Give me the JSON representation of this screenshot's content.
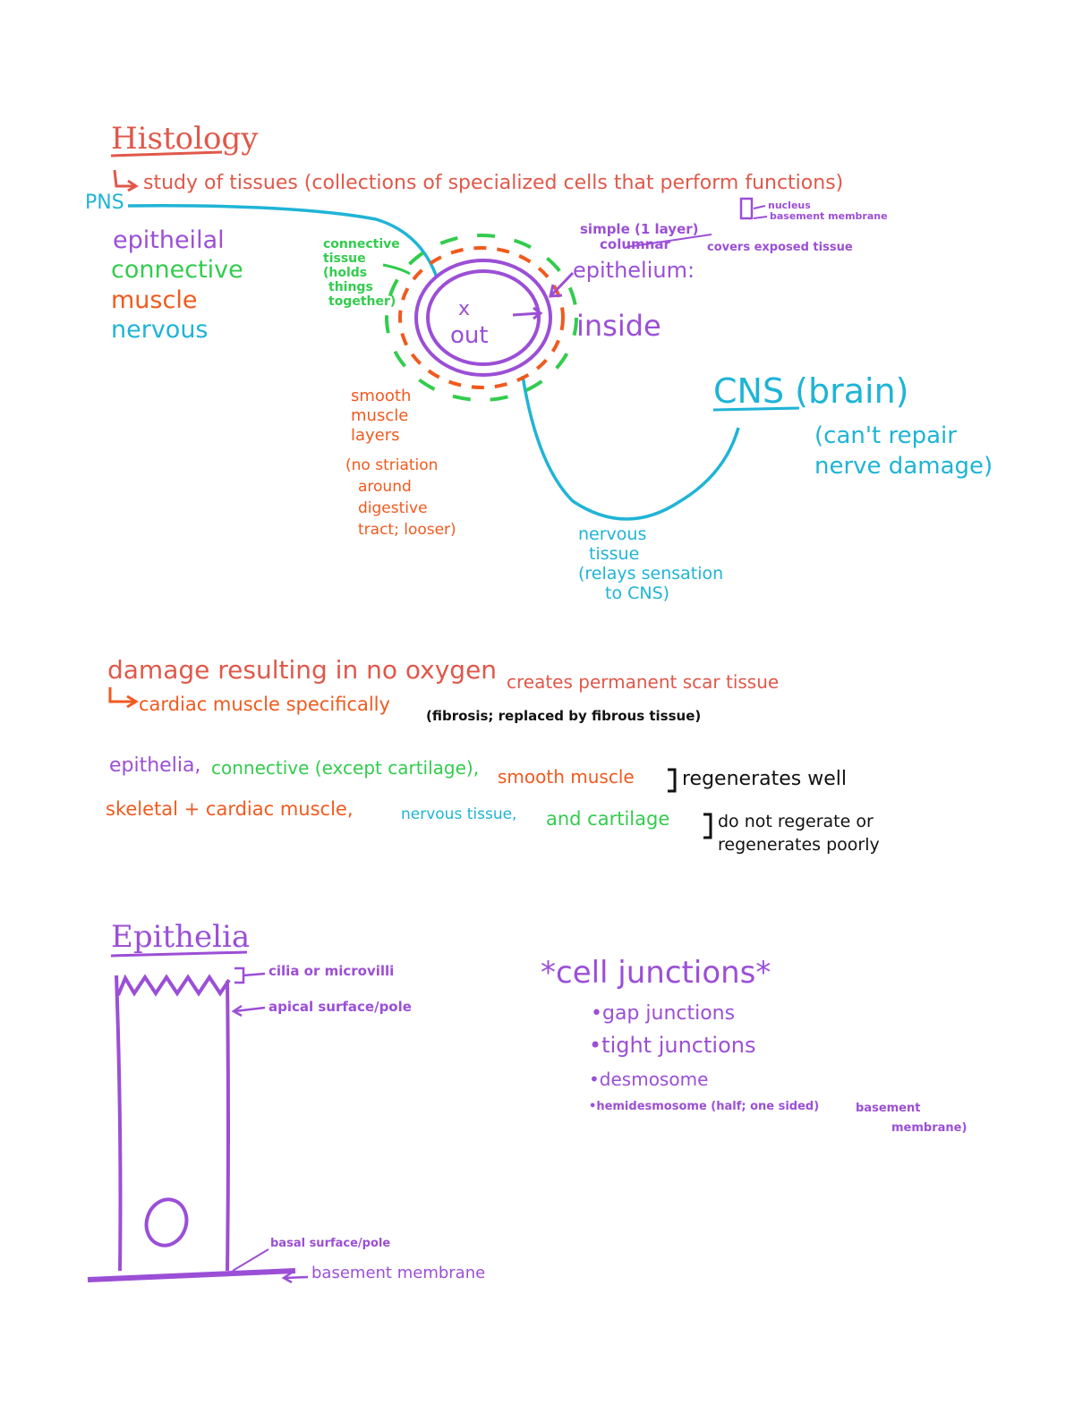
{
  "histology": {
    "title": "Histology",
    "definition": "study of tissues (collections of specialized cells that perform functions)",
    "pns": "PNS",
    "types": [
      "epitheilal",
      "connective",
      "muscle",
      "nervous"
    ]
  },
  "diagram": {
    "connective_note": [
      "connective",
      "tissue",
      "(holds",
      "things",
      "together)"
    ],
    "center_x": "x",
    "center_out": "out",
    "inside": "inside",
    "simple": [
      "simple (1 layer)",
      "columnar"
    ],
    "nucleus": "nucleus",
    "basement_membrane": "basement membrane",
    "epithelium": "epithelium:",
    "epithelium_note": "covers exposed tissue",
    "smooth_muscle": [
      "smooth",
      "muscle",
      "layers"
    ],
    "smooth_muscle_note": [
      "(no striation",
      "around",
      "digestive",
      "tract; looser)"
    ],
    "cns": "CNS (brain)",
    "cns_note": [
      "(can't repair",
      "nerve damage)"
    ],
    "nervous_tissue": [
      "nervous",
      "tissue",
      "(relays sensation",
      "to CNS)"
    ]
  },
  "damage": {
    "line1_a": "damage resulting in no oxygen",
    "line1_b": "creates permanent scar tissue",
    "line2_a": "cardiac muscle specifically",
    "line2_b": "(fibrosis; replaced by fibrous tissue)"
  },
  "regeneration": {
    "well_epithelia": "epithelia,",
    "well_connective": "connective (except cartilage),",
    "well_smooth": "smooth muscle",
    "well_label": "regenerates well",
    "poor_skeletal": "skeletal + cardiac muscle,",
    "poor_nervous": "nervous tissue,",
    "poor_cartilage": "and cartilage",
    "poor_label": [
      "do not regerate or",
      "regenerates poorly"
    ]
  },
  "epithelia": {
    "title": "Epithelia",
    "cilia": "cilia or microvilli",
    "apical": "apical surface/pole",
    "basal": "basal surface/pole",
    "basement": "basement membrane"
  },
  "junctions": {
    "title": "*cell junctions*",
    "items": [
      "gap junctions",
      "tight junctions",
      "desmosome",
      "hemidesmosome (half; one sided)"
    ],
    "note": [
      "basement",
      "membrane)"
    ]
  },
  "colors": {
    "red": "#e0584a",
    "purple": "#9b4fd6",
    "green": "#33cc4e",
    "orange": "#f05a1e",
    "cyan": "#1fb4d6",
    "black": "#111111"
  }
}
